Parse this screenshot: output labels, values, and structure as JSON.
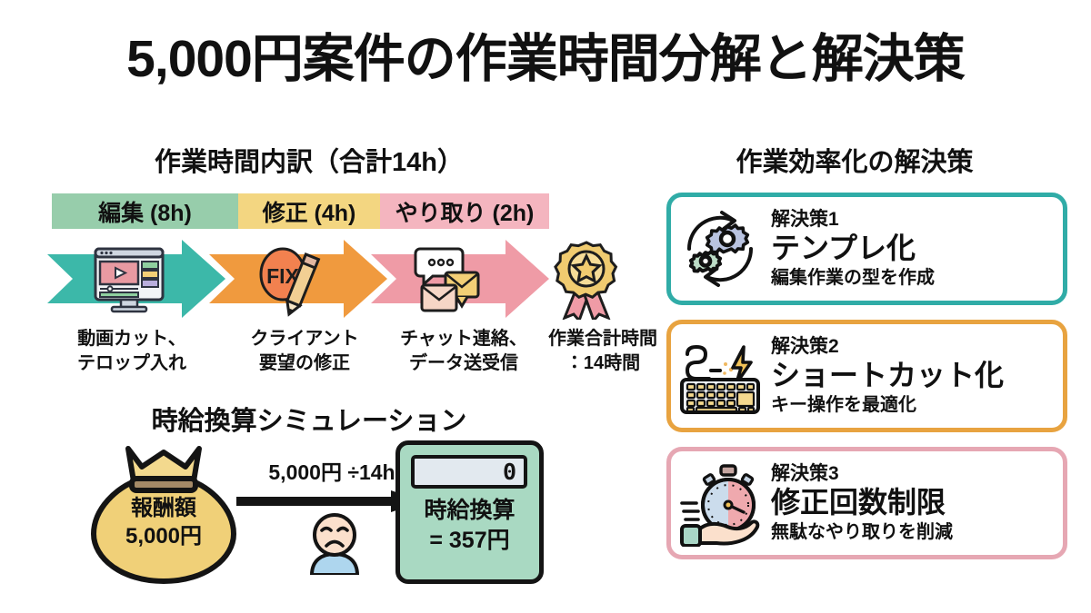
{
  "title": "5,000円案件の作業時間分解と解決策",
  "breakdown": {
    "heading": "作業時間内訳（合計14h）",
    "segments": [
      {
        "label": "編集 (8h)",
        "hours": 8,
        "color": "#97cdab"
      },
      {
        "label": "修正 (4h)",
        "hours": 4,
        "color": "#f3d681"
      },
      {
        "label": "やり取り (2h)",
        "hours": 2,
        "color": "#f4b5bf"
      }
    ],
    "flow": [
      {
        "icon": "video-editor-icon",
        "arrow_color": "#3cb8a9",
        "caption": "動画カット、\nテロップ入れ"
      },
      {
        "icon": "fix-pencil-icon",
        "arrow_color": "#f09a3e",
        "caption": "クライアント\n要望の修正"
      },
      {
        "icon": "chat-mail-icon",
        "arrow_color": "#ef9ba6",
        "caption": "チャット連絡、\nデータ送受信"
      },
      {
        "icon": "award-rosette-icon",
        "arrow_color": "",
        "caption": "作業合計時間\n：14時間"
      }
    ],
    "captions": [
      {
        "line1": "動画カット、",
        "line2": "テロップ入れ"
      },
      {
        "line1": "クライアント",
        "line2": "要望の修正"
      },
      {
        "line1": "チャット連絡、",
        "line2": "データ送受信"
      },
      {
        "line1": "作業合計時間",
        "line2": "：14時間"
      }
    ]
  },
  "simulation": {
    "heading": "時給換算シミュレーション",
    "bag": {
      "label_line1": "報酬額",
      "label_line2": "5,000円",
      "icon": "money-bag-icon",
      "color": "#f0d078"
    },
    "equation_label": "5,000円 ÷14h",
    "person_icon": "sad-face-icon",
    "calculator": {
      "display_value": "0",
      "result_line1": "時給換算",
      "result_line2": "= 357円",
      "color": "#a9d9c2"
    }
  },
  "solutions": {
    "heading": "作業効率化の解決策",
    "cards": [
      {
        "kicker": "解決策1",
        "title": "テンプレ化",
        "sub": "編集作業の型を作成",
        "icon": "gears-refresh-icon",
        "border_color": "#30aca7"
      },
      {
        "kicker": "解決策2",
        "title": "ショートカット化",
        "sub": "キー操作を最適化",
        "icon": "keyboard-bolt-icon",
        "border_color": "#e8a340"
      },
      {
        "kicker": "解決策3",
        "title": "修正回数制限",
        "sub": "無駄なやり取りを削減",
        "icon": "stopwatch-hand-icon",
        "border_color": "#e6a7b3"
      }
    ]
  },
  "chart_data": {
    "type": "bar",
    "title": "作業時間内訳（合計14h）",
    "categories": [
      "編集",
      "修正",
      "やり取り"
    ],
    "values": [
      8,
      4,
      2
    ],
    "unit": "h",
    "total": 14,
    "colors": [
      "#97cdab",
      "#f3d681",
      "#f4b5bf"
    ],
    "orientation": "horizontal-stacked",
    "xlabel": "",
    "ylabel": "",
    "legend": "none",
    "grid": false,
    "annotations": [
      "報酬額 5,000円",
      "5,000円 ÷14h",
      "時給換算 = 357円"
    ]
  }
}
